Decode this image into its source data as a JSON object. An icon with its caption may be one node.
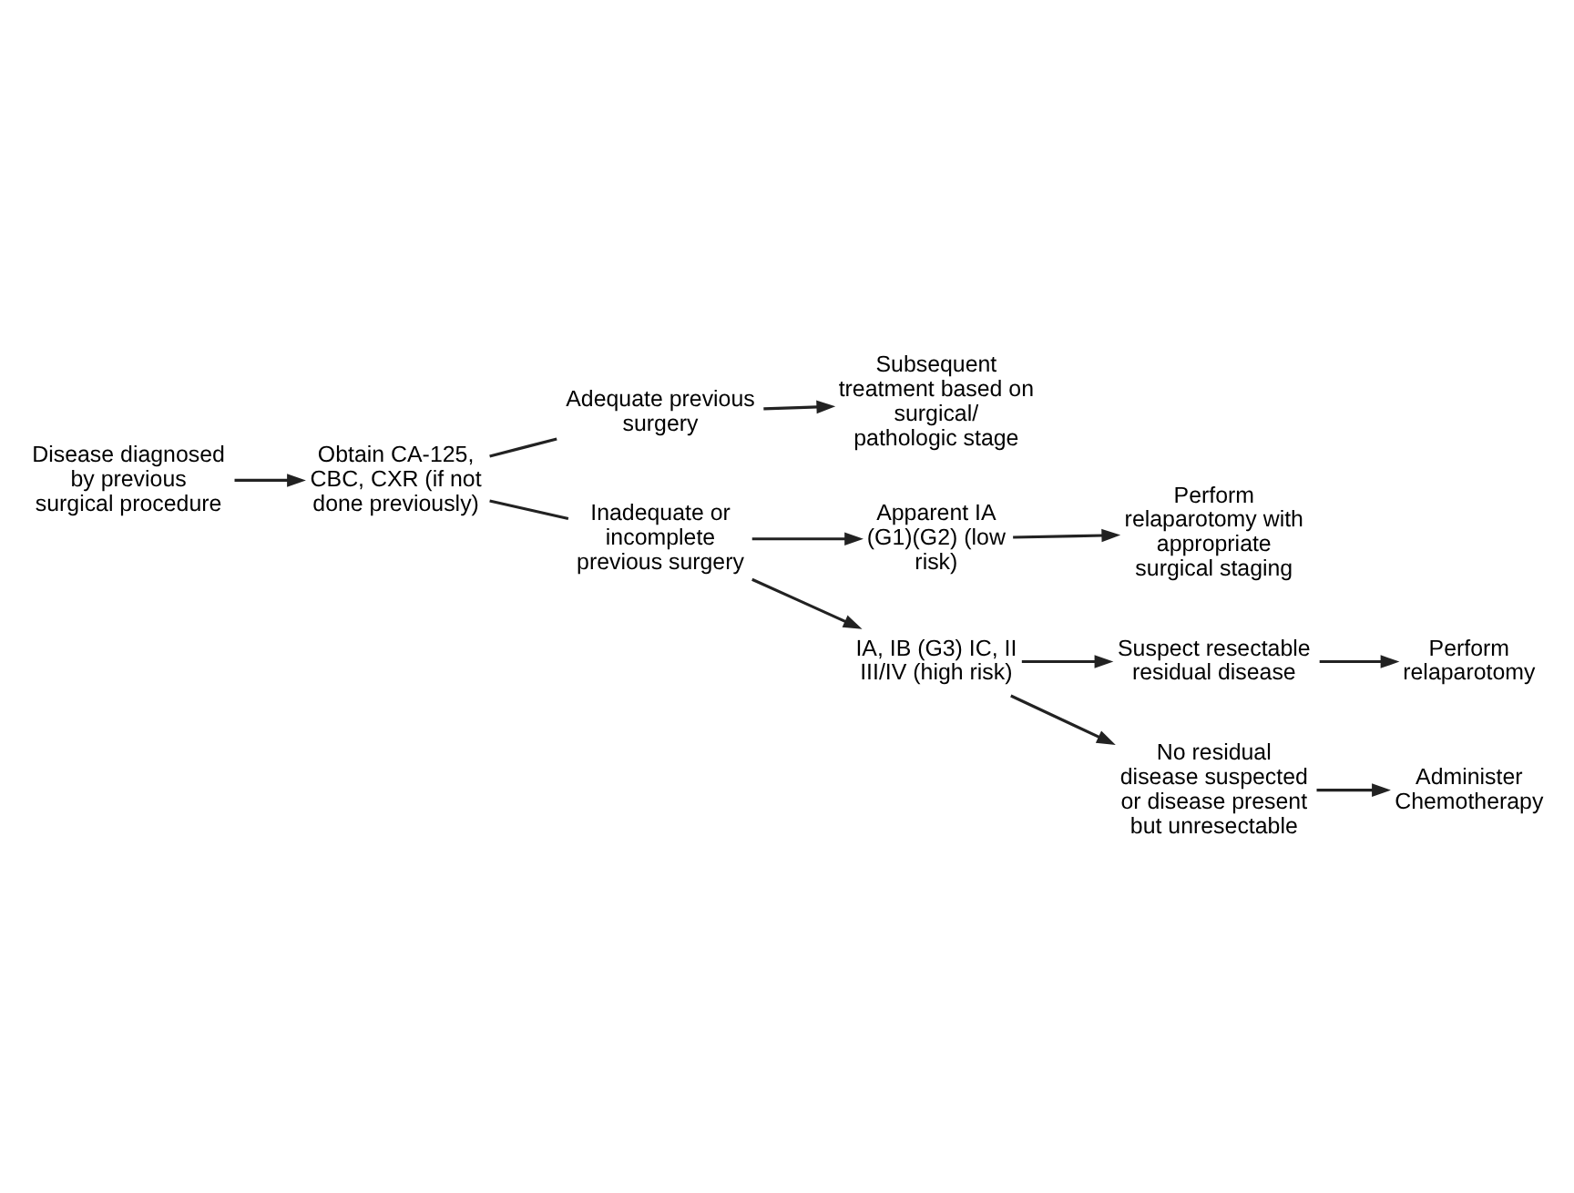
{
  "diagram": {
    "nodes": [
      {
        "text": [
          "Disease diagnosed by previous surgical procedure"
        ]
      },
      {
        "text": [
          "Obtain CA-125, CBC, CXR (if not done previously)"
        ]
      },
      {
        "text": [
          "Adequate previous surgery"
        ]
      },
      {
        "text": [
          "Subsequent treatment based on surgical/ pathologic stage"
        ]
      },
      {
        "text": [
          "Inadequate or incomplete previous surgery"
        ]
      },
      {
        "text": [
          "Apparent IA (G1)(G2) (low risk)"
        ]
      },
      {
        "text": [
          "Perform relaparotomy with appropriate surgical staging"
        ]
      },
      {
        "text": [
          "IA, IB (G3) IC, II III/IV (high risk)"
        ]
      },
      {
        "text": [
          "Suspect resectable residual disease"
        ]
      },
      {
        "text": [
          "Perform relaparotomy"
        ]
      },
      {
        "text": [
          "No residual disease suspected or disease present but unresectable"
        ]
      },
      {
        "text": [
          "Administer Chemotherapy"
        ]
      }
    ],
    "edges": [
      {
        "from": 0,
        "to": 1,
        "arrow": "to"
      },
      {
        "from": 1,
        "to": 2,
        "arrow": "none"
      },
      {
        "from": 1,
        "to": 4,
        "arrow": "none"
      },
      {
        "from": 2,
        "to": 3,
        "arrow": "to"
      },
      {
        "from": 4,
        "to": 5,
        "arrow": "to"
      },
      {
        "from": 4,
        "to": 7,
        "arrow": "to"
      },
      {
        "from": 5,
        "to": 6,
        "arrow": "to"
      },
      {
        "from": 7,
        "to": 8,
        "arrow": "to"
      },
      {
        "from": 7,
        "to": 10,
        "arrow": "to"
      },
      {
        "from": 8,
        "to": 9,
        "arrow": "to"
      },
      {
        "from": 10,
        "to": 11,
        "arrow": "to"
      }
    ]
  }
}
